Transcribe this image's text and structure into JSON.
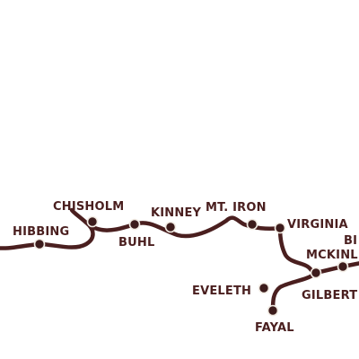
{
  "map": {
    "colors": {
      "route": "#4a1f1f",
      "label": "#4a1f1f",
      "stop_fill": "#3d1c1c",
      "stop_ring": "#f2ece4",
      "background": "#ffffff"
    },
    "towns": [
      {
        "id": "hibbing",
        "name": "HIBBING"
      },
      {
        "id": "chisholm",
        "name": "CHISHOLM"
      },
      {
        "id": "buhl",
        "name": "BUHL"
      },
      {
        "id": "kinney",
        "name": "KINNEY"
      },
      {
        "id": "mt-iron",
        "name": "MT. IRON"
      },
      {
        "id": "virginia",
        "name": "VIRGINIA"
      },
      {
        "id": "mckinley",
        "name": "MCKINL"
      },
      {
        "id": "biwabik",
        "name": "BI"
      },
      {
        "id": "eveleth",
        "name": "EVELETH"
      },
      {
        "id": "gilbert",
        "name": "GILBERT"
      },
      {
        "id": "fayal",
        "name": "FAYAL"
      }
    ]
  }
}
